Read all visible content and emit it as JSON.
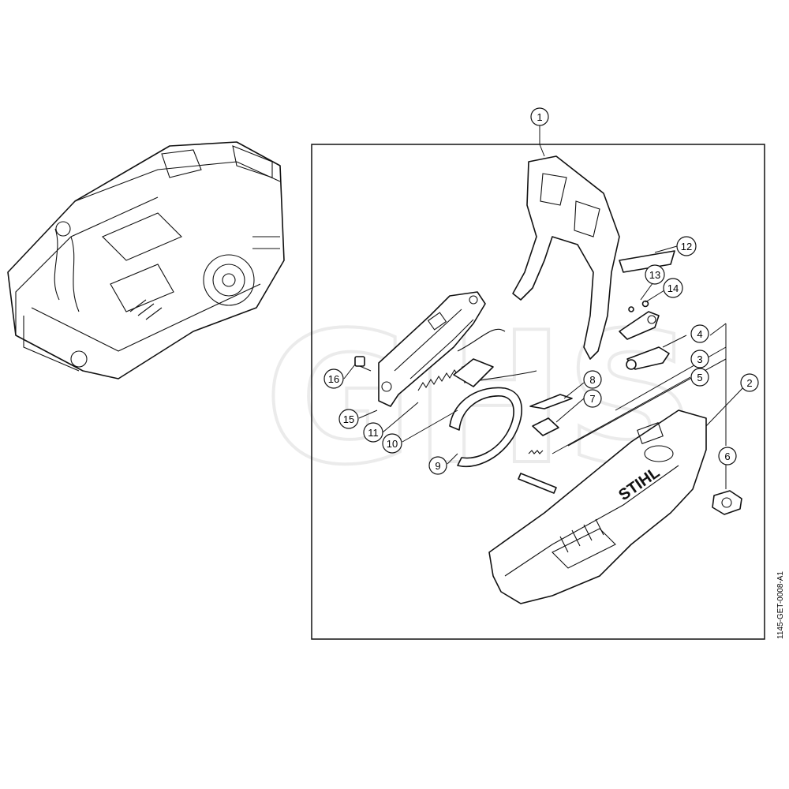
{
  "drawing_id": "1145-GET-0008-A1",
  "watermark": "GHS",
  "brand_text": "STIHL",
  "callouts": [
    {
      "label": "1"
    },
    {
      "label": "2"
    },
    {
      "label": "3"
    },
    {
      "label": "4"
    },
    {
      "label": "5"
    },
    {
      "label": "6"
    },
    {
      "label": "7"
    },
    {
      "label": "8"
    },
    {
      "label": "9"
    },
    {
      "label": "10"
    },
    {
      "label": "11"
    },
    {
      "label": "12"
    },
    {
      "label": "13"
    },
    {
      "label": "14"
    },
    {
      "label": "15"
    },
    {
      "label": "16"
    }
  ]
}
